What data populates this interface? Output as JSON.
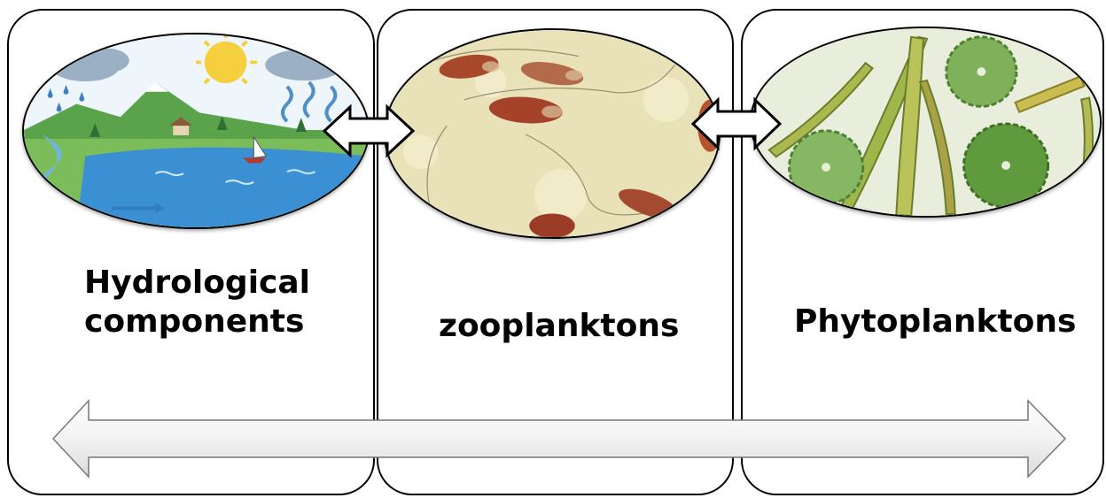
{
  "panels": [
    {
      "label_line1": "Hydrological",
      "label_line2": "components",
      "image": "water-cycle-illustration"
    },
    {
      "label": "zooplanktons",
      "image": "zooplankton-micrograph"
    },
    {
      "label": "Phytoplanktons",
      "image": "phytoplankton-micrograph"
    }
  ],
  "arrows": [
    "double-headed-arrow",
    "double-headed-arrow",
    "long-double-headed-arrow"
  ]
}
